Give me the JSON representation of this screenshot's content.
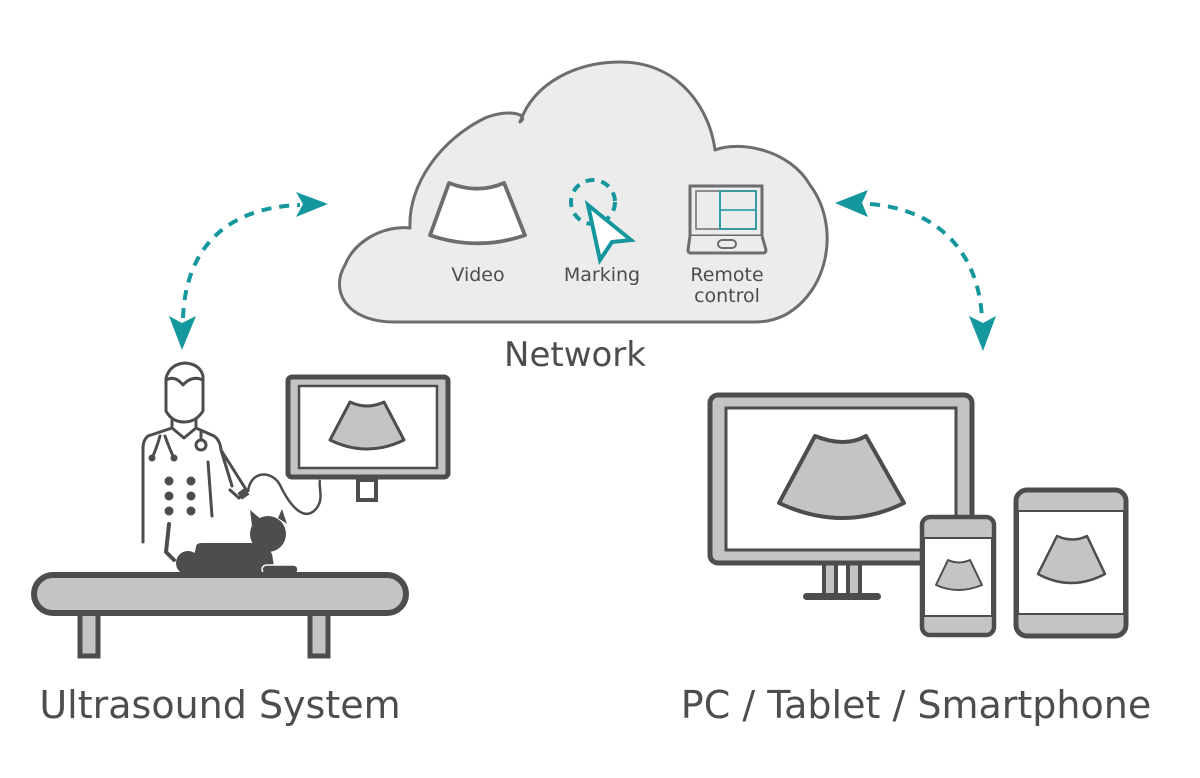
{
  "diagram": {
    "title": "Ultrasound remote network diagram",
    "colors": {
      "accent": "#14979d",
      "stroke": "#4d4d4f",
      "cloud_fill": "#ececec",
      "cloud_stroke": "#6d6d6f",
      "screen_fill": "#c4c4c4",
      "background": "#ffffff"
    },
    "network": {
      "label": "Network",
      "features": [
        {
          "label": "Video",
          "icon": "ultrasound-fan-icon"
        },
        {
          "label": "Marking",
          "icon": "cursor-marking-icon"
        },
        {
          "label": "Remote",
          "label2": "control",
          "icon": "laptop-remote-icon"
        }
      ]
    },
    "nodes": {
      "left": {
        "label": "Ultrasound System",
        "icon": "doctor-with-pet-ultrasound-icon"
      },
      "right": {
        "label": "PC / Tablet / Smartphone",
        "icon": "monitor-phone-tablet-icon"
      }
    },
    "connections": [
      {
        "from": "Ultrasound System",
        "to": "Network",
        "style": "dashed-bidirectional"
      },
      {
        "from": "Network",
        "to": "PC / Tablet / Smartphone",
        "style": "dashed-bidirectional"
      }
    ]
  }
}
